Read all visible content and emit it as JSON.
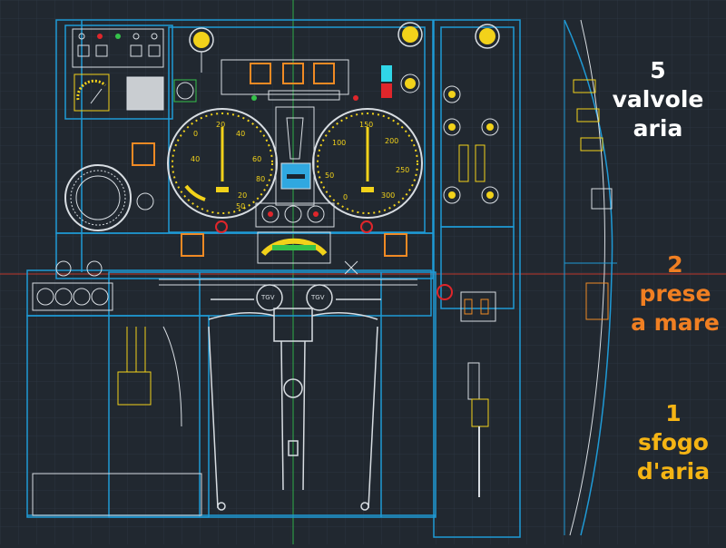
{
  "drawing": {
    "colors": {
      "background": "#212830",
      "grid": "#2b3540",
      "frame": "#1f9ad6",
      "line": "#d8dde2",
      "accent_yellow": "#f2d21a",
      "accent_orange": "#f08a24",
      "accent_red": "#e0262b",
      "accent_green": "#35c24a",
      "accent_cyan": "#30d6e8",
      "axis_green": "#2fb04a",
      "axis_red": "#c0392b"
    },
    "gauge_left": {
      "ticks": [
        "0",
        "20",
        "40",
        "60",
        "80",
        "20",
        "40",
        "50"
      ]
    },
    "gauge_right": {
      "ticks": [
        "0",
        "50",
        "100",
        "150",
        "200",
        "250",
        "300"
      ]
    },
    "small_labels": [
      "TGV",
      "TGV"
    ]
  },
  "callouts": {
    "valvole": {
      "number": "5",
      "line1": "valvole",
      "line2": "aria",
      "color": "#ffffff"
    },
    "prese": {
      "number": "2",
      "line1": "prese",
      "line2": "a mare",
      "color": "#f07f22"
    },
    "sfogo": {
      "number": "1",
      "line1": "sfogo",
      "line2": "d'aria",
      "color": "#f5b414"
    }
  }
}
